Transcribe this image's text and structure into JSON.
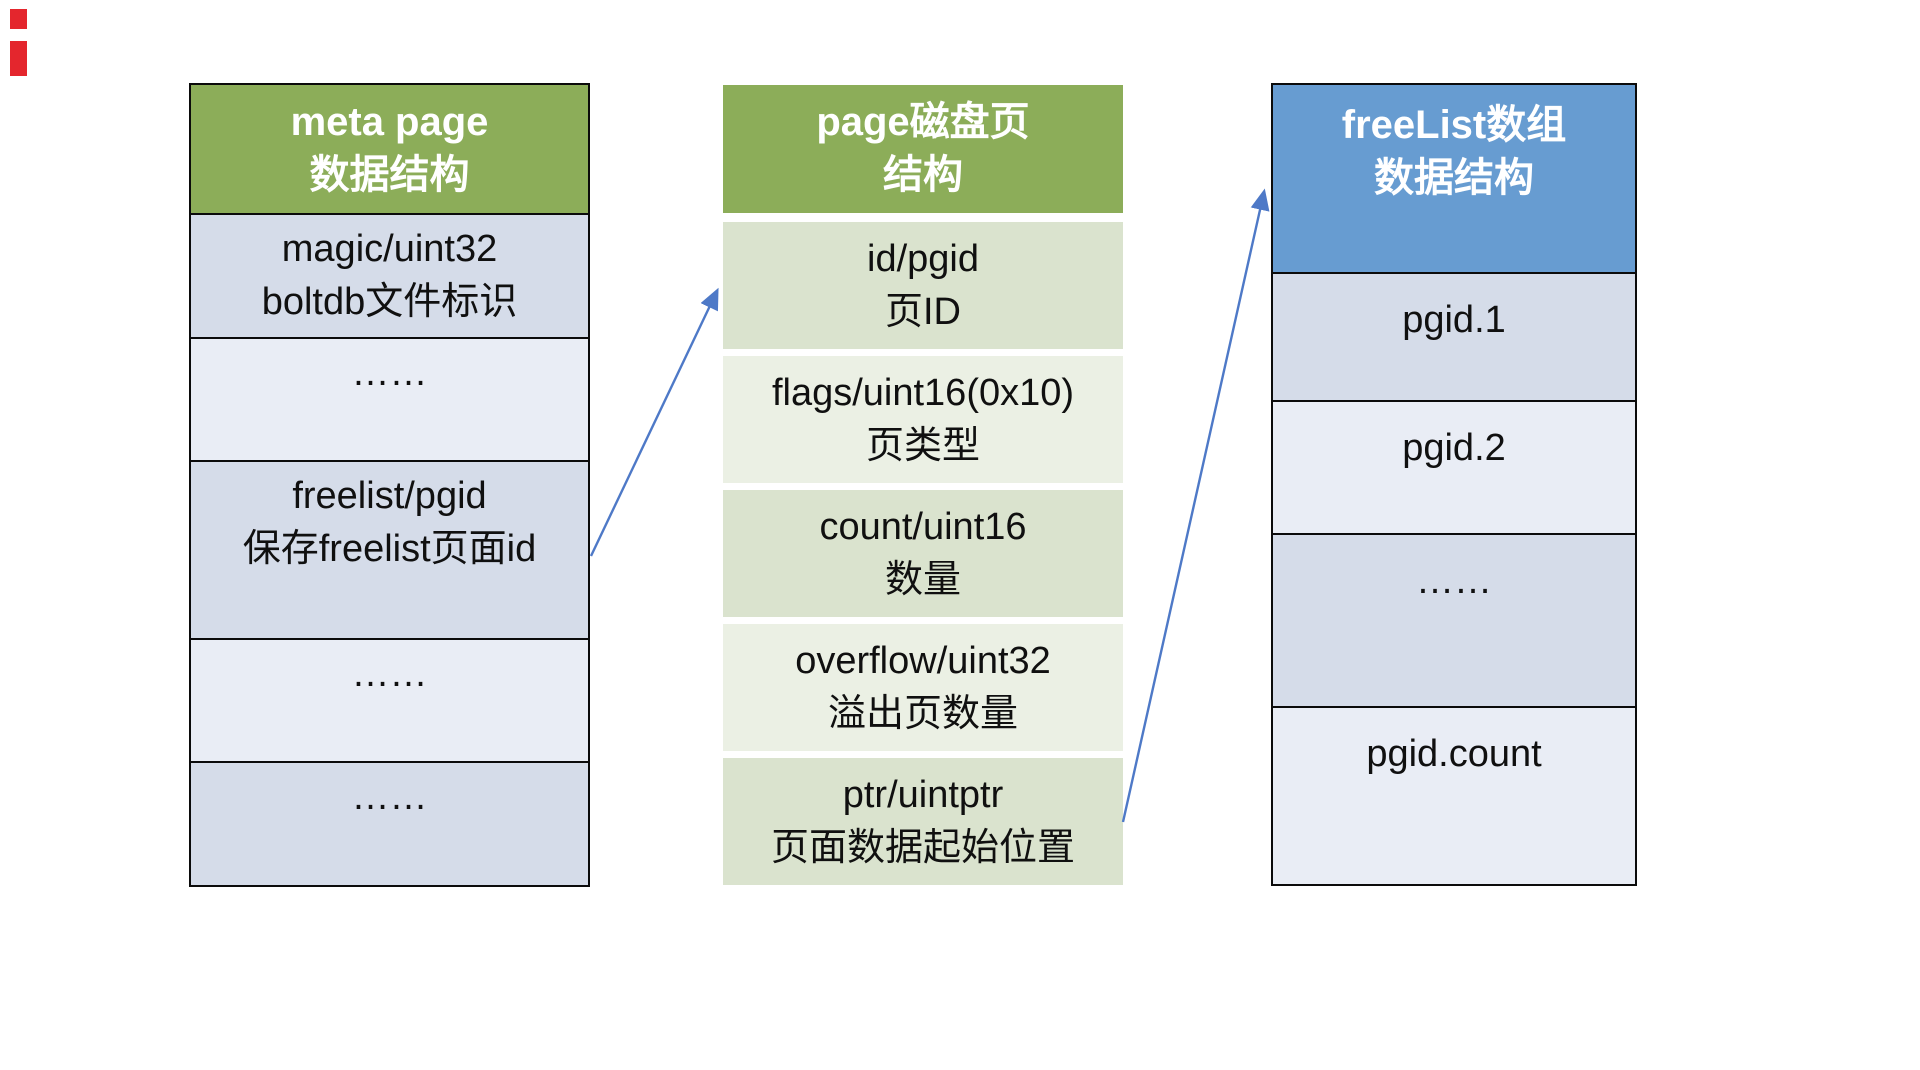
{
  "colors": {
    "header_green": "#8CAD59",
    "header_blue": "#679CD1",
    "row_blue_dark": "#D5DCE9",
    "row_blue_light": "#E9EDF5",
    "row_green_dark": "#DAE3CE",
    "row_green_light": "#EBF0E4",
    "border": "#0B0B0B",
    "arrow": "#4E79C7",
    "marker_red": "#E4262D"
  },
  "tables": {
    "meta": {
      "title_line1": "meta page",
      "title_line2": "数据结构",
      "rows": [
        {
          "line1": "magic/uint32",
          "line2": "boltdb文件标识"
        },
        {
          "line1": "……"
        },
        {
          "line1": "freelist/pgid",
          "line2": "保存freelist页面id"
        },
        {
          "line1": "……"
        },
        {
          "line1": "……"
        }
      ]
    },
    "page": {
      "title_line1": "page磁盘页",
      "title_line2": "结构",
      "rows": [
        {
          "line1": "id/pgid",
          "line2": "页ID"
        },
        {
          "line1": "flags/uint16(0x10)",
          "line2": "页类型"
        },
        {
          "line1": "count/uint16",
          "line2": "数量"
        },
        {
          "line1": "overflow/uint32",
          "line2": "溢出页数量"
        },
        {
          "line1": "ptr/uintptr",
          "line2": "页面数据起始位置"
        }
      ]
    },
    "freelist": {
      "title_line1": "freeList数组",
      "title_line2": "数据结构",
      "rows": [
        {
          "line1": "pgid.1"
        },
        {
          "line1": "pgid.2"
        },
        {
          "line1": "……"
        },
        {
          "line1": "pgid.count"
        }
      ]
    }
  },
  "arrows": [
    {
      "from": "meta-row-freelist",
      "to": "page-table-first-row"
    },
    {
      "from": "page-row-ptr",
      "to": "freelist-table-header"
    }
  ]
}
